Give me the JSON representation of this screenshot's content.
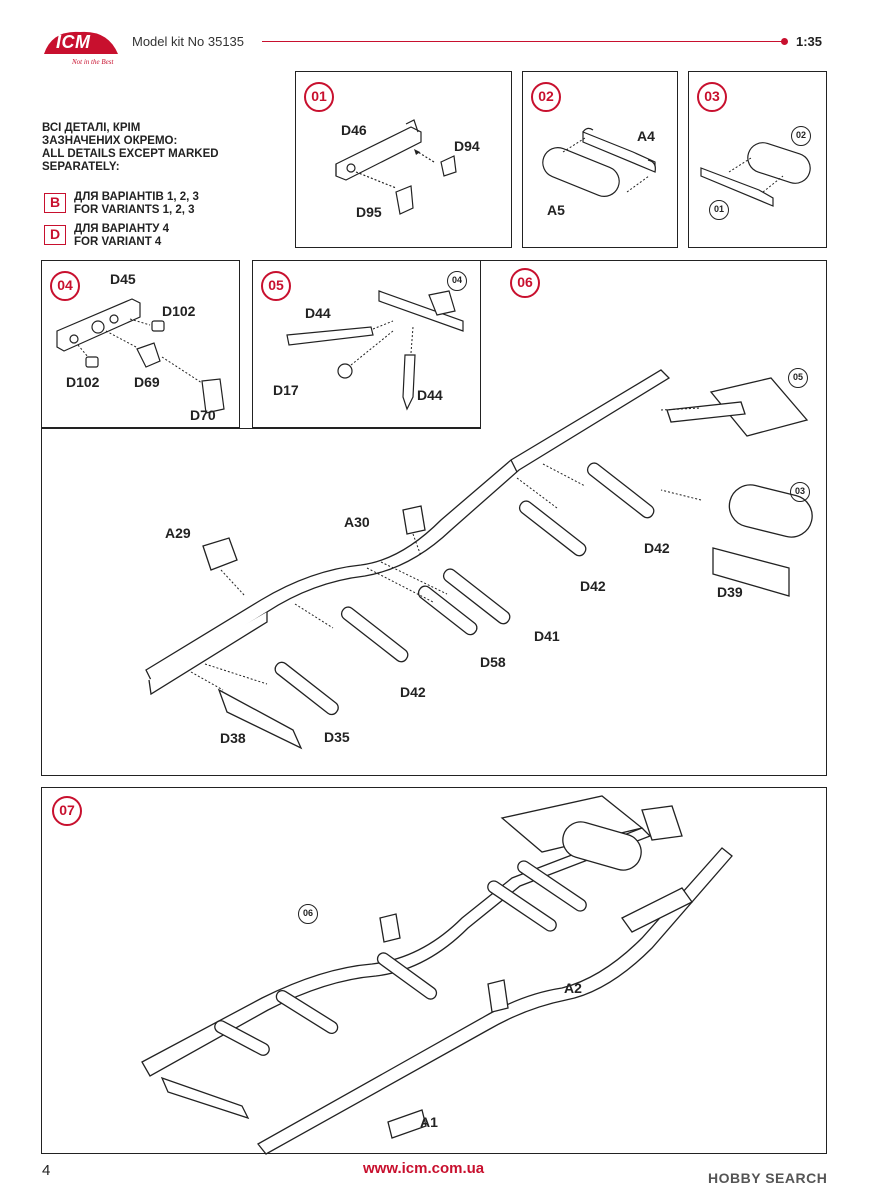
{
  "header": {
    "brand": "ICM",
    "tagline": "Not in the Best",
    "kit_number": "Model kit No 35135",
    "scale": "1:35"
  },
  "legend": {
    "line1": "ВСІ ДЕТАЛІ, КРІМ",
    "line2": "ЗАЗНАЧЕНИХ ОКРЕМО:",
    "line3": "ALL DETAILS EXCEPT MARKED",
    "line4": "SEPARATELY:",
    "variants": [
      {
        "letter": "B",
        "ua": "ДЛЯ ВАРІАНТІВ 1, 2, 3",
        "en": "FOR VARIANTS 1, 2, 3"
      },
      {
        "letter": "D",
        "ua": "ДЛЯ ВАРІАНТУ 4",
        "en": "FOR VARIANT 4"
      }
    ]
  },
  "steps": {
    "s01": {
      "badge": "01",
      "parts": [
        "D46",
        "D94",
        "D95"
      ]
    },
    "s02": {
      "badge": "02",
      "parts": [
        "A4",
        "A5"
      ]
    },
    "s03": {
      "badge": "03",
      "refs": [
        "02",
        "01"
      ]
    },
    "s04": {
      "badge": "04",
      "parts": [
        "D45",
        "D102",
        "D102",
        "D69",
        "D70"
      ]
    },
    "s05": {
      "badge": "05",
      "ref": "04",
      "parts": [
        "D44",
        "D17",
        "D44"
      ]
    },
    "s06": {
      "badge": "06",
      "refs": [
        "05",
        "03"
      ],
      "parts": [
        "A29",
        "A30",
        "D42",
        "D42",
        "D39",
        "D41",
        "D58",
        "D42",
        "D38",
        "D35"
      ]
    },
    "s07": {
      "badge": "07",
      "ref": "06",
      "parts": [
        "A2",
        "A1"
      ]
    }
  },
  "footer": {
    "page": "4",
    "url": "www.icm.com.ua",
    "watermark": "HOBBY SEARCH"
  },
  "colors": {
    "accent": "#c8102e",
    "ink": "#222222"
  }
}
